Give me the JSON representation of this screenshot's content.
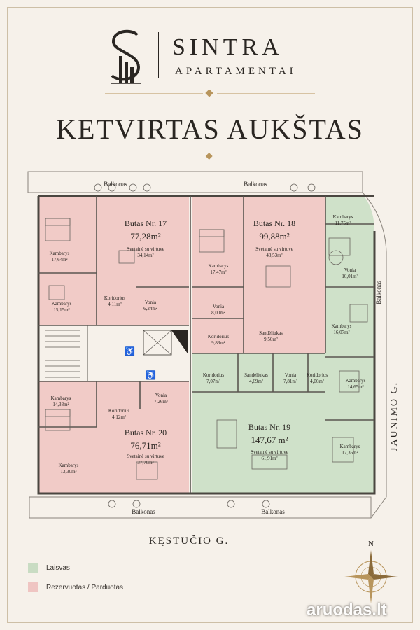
{
  "header": {
    "brand_name": "SINTRA",
    "brand_sub": "APARTAMENTAI",
    "floor_title": "KETVIRTAS AUKŠTAS"
  },
  "plan": {
    "balconies": {
      "top_left": "Balkonas",
      "top_right": "Balkonas",
      "right": "Balkonas",
      "bottom_left": "Balkonas",
      "bottom_right": "Balkonas"
    },
    "apartments": [
      {
        "name": "Butas Nr. 17",
        "area": "77,28m²",
        "status": "reserved",
        "rooms": [
          {
            "name": "Kambarys",
            "area": "17,64m²"
          },
          {
            "name": "Svetainė su virtuve",
            "area": "34,14m²"
          },
          {
            "name": "Kambarys",
            "area": "15,15m²"
          },
          {
            "name": "Koridorius",
            "area": "4,11m²"
          },
          {
            "name": "Vonia",
            "area": "6,24m²"
          }
        ]
      },
      {
        "name": "Butas Nr. 18",
        "area": "99,88m²",
        "status": "reserved",
        "rooms": [
          {
            "name": "Kambarys",
            "area": "11,75m²"
          },
          {
            "name": "Svetainė su virtuve",
            "area": "43,53m²"
          },
          {
            "name": "Kambarys",
            "area": "17,47m²"
          },
          {
            "name": "Vonia",
            "area": "8,00m²"
          },
          {
            "name": "Sandėliukas",
            "area": "9,50m²"
          },
          {
            "name": "Koridorius",
            "area": "9,83m²"
          }
        ]
      },
      {
        "name": "Butas Nr. 19",
        "area": "147,67 m²",
        "status": "available",
        "rooms": [
          {
            "name": "Vonia",
            "area": "10,01m²"
          },
          {
            "name": "Kambarys",
            "area": "16,07m²"
          },
          {
            "name": "Koridorius",
            "area": "7,07m²"
          },
          {
            "name": "Sandėliukas",
            "area": "4,69m²"
          },
          {
            "name": "Vonia",
            "area": "7,81m²"
          },
          {
            "name": "Koridorius",
            "area": "4,06m²"
          },
          {
            "name": "Kambarys",
            "area": "14,65m²"
          },
          {
            "name": "Svetainė su virtuve",
            "area": "61,91m²"
          },
          {
            "name": "Kambarys",
            "area": "17,36m²"
          }
        ]
      },
      {
        "name": "Butas Nr. 20",
        "area": "76,71m²",
        "status": "reserved",
        "rooms": [
          {
            "name": "Kambarys",
            "area": "14,33m²"
          },
          {
            "name": "Koridorius",
            "area": "4,12m²"
          },
          {
            "name": "Vonia",
            "area": "7,26m²"
          },
          {
            "name": "Svetainė su virtuve",
            "area": "37,70m²"
          },
          {
            "name": "Kambarys",
            "area": "13,30m²"
          }
        ]
      }
    ]
  },
  "streets": {
    "bottom": "KĘSTUČIO G.",
    "right": "JAUNIMO G."
  },
  "compass": {
    "north": "N"
  },
  "legend": {
    "available": {
      "label": "Laisvas",
      "color": "#c9dcc3"
    },
    "reserved": {
      "label": "Rezervuotas / Parduotas",
      "color": "#efc5c2"
    }
  },
  "colors": {
    "background": "#f6f1ea",
    "reserved_fill": "#f1cbc7",
    "available_fill": "#cfe1c9",
    "wall": "#5a5650",
    "accent_gold": "#b8955c"
  },
  "watermark": "aruodas.lt"
}
